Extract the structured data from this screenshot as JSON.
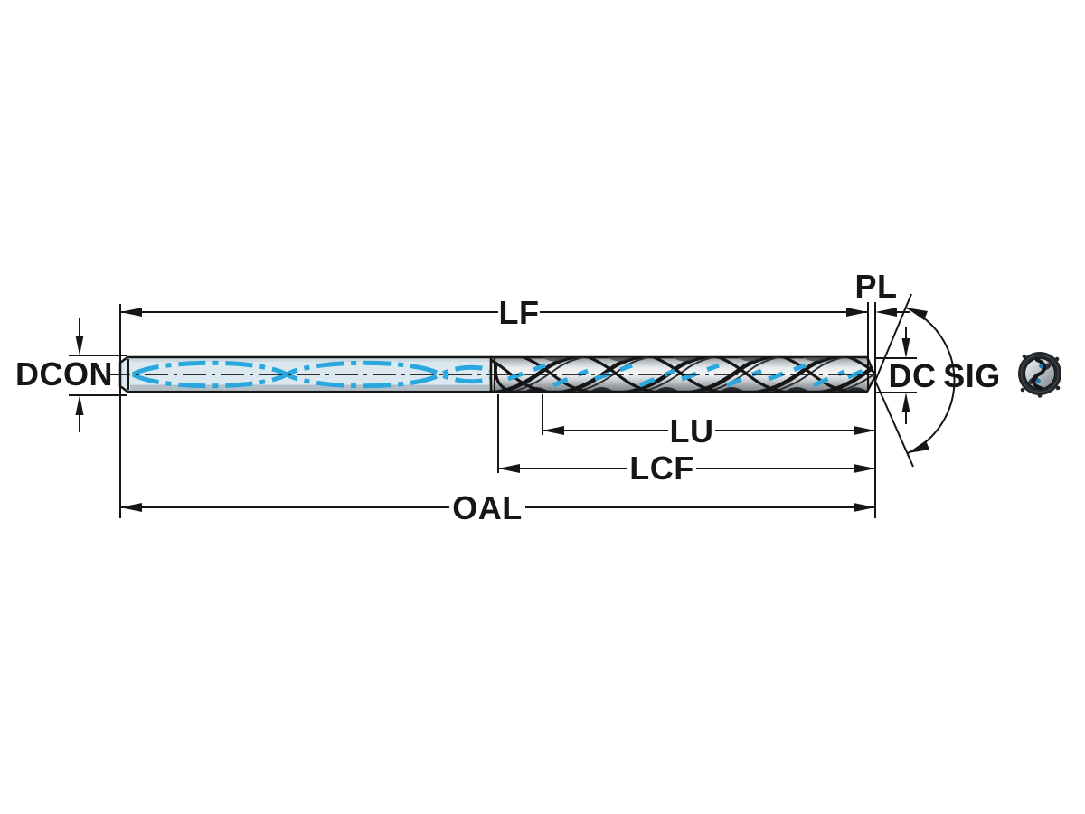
{
  "labels": {
    "dcon": "DCON",
    "lf": "LF",
    "pl": "PL",
    "dc": "DC",
    "sig": "SIG",
    "lu": "LU",
    "lcf": "LCF",
    "oal": "OAL"
  },
  "colors": {
    "background": "#ffffff",
    "line": "#161616",
    "coolant_blue": "#2aa7de",
    "shank_fill": "#dce8ef"
  },
  "icons": {
    "end_view": "drill-end-view-icon"
  }
}
